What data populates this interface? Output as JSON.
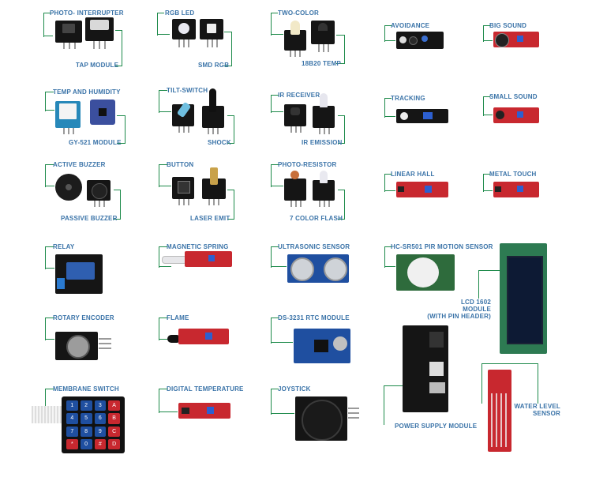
{
  "labels": {
    "photo_interrupter": "PHOTO- INTERRUPTER",
    "tap_module": "TAP MODULE",
    "rgb_led": "RGB LED",
    "smd_rgb": "SMD RGB",
    "two_color": "TWO-COLOR",
    "ds18b20_temp": "18B20 TEMP",
    "avoidance": "AVOIDANCE",
    "big_sound": "BIG SOUND",
    "temp_humidity": "TEMP AND HUMIDITY",
    "gy521_module": "GY-521 MODULE",
    "tilt_switch": "TILT-SWITCH",
    "shock": "SHOCK",
    "ir_receiver": "IR RECEIVER",
    "ir_emission": "IR EMISSION",
    "tracking": "TRACKING",
    "small_sound": "SMALL SOUND",
    "active_buzzer": "ACTIVE BUZZER",
    "passive_buzzer": "PASSIVE BUZZER",
    "button": "BUTTON",
    "laser_emit": "LASER EMIT",
    "photo_resistor": "PHOTO-RESISTOR",
    "color_flash": "7 COLOR FLASH",
    "linear_hall": "LINEAR HALL",
    "metal_touch": "METAL TOUCH",
    "relay": "RELAY",
    "magnetic_spring": "MAGNETIC SPRING",
    "ultrasonic_sensor": "ULTRASONIC SENSOR",
    "pir_motion": "HC-SR501 PIR MOTION SENSOR",
    "lcd_line1": "LCD 1602",
    "lcd_line2": "MODULE",
    "lcd_line3": "(WITH PIN HEADER)",
    "rotary_encoder": "ROTARY ENCODER",
    "flame": "FLAME",
    "rtc_module": "DS-3231 RTC MODULE",
    "membrane_switch": "MEMBRANE SWITCH",
    "digital_temperature": "DIGITAL TEMPERATURE",
    "joystick": "JOYSTICK",
    "power_supply": "POWER SUPPLY MODULE",
    "water_level_1": "WATER LEVEL",
    "water_level_2": "SENSOR"
  },
  "keypad": [
    "1",
    "2",
    "3",
    "A",
    "4",
    "5",
    "6",
    "B",
    "7",
    "8",
    "9",
    "C",
    "*",
    "0",
    "#",
    "D"
  ],
  "colors": {
    "label": "#3a73a8",
    "line": "#1d8a4a",
    "board_black": "#151515",
    "board_red": "#c8282f",
    "board_blue": "#1f4fa0",
    "board_green": "#2e6b3c"
  }
}
